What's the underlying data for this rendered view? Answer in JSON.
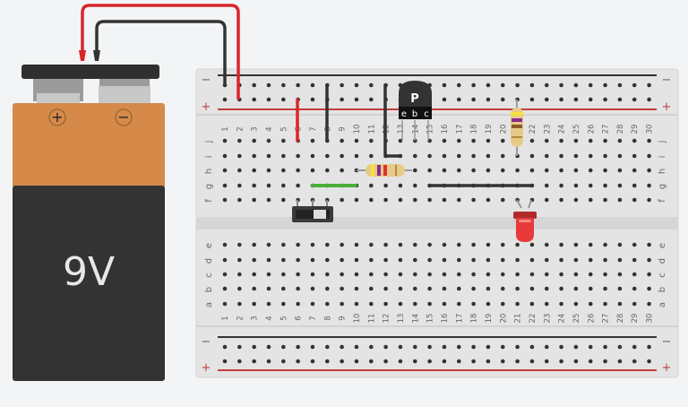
{
  "battery": {
    "label": "9V",
    "plus_symbol": "+",
    "minus_symbol": "−",
    "colors": {
      "top": "#d58a4a",
      "body": "#333333",
      "cap": "#2f2f2f"
    }
  },
  "breadboard": {
    "columns": [
      "1",
      "2",
      "3",
      "4",
      "5",
      "6",
      "7",
      "8",
      "9",
      "10",
      "11",
      "12",
      "13",
      "14",
      "15",
      "16",
      "17",
      "18",
      "19",
      "20",
      "21",
      "22",
      "23",
      "24",
      "25",
      "26",
      "27",
      "28",
      "29",
      "30"
    ],
    "top_rows": [
      "j",
      "i",
      "h",
      "g",
      "f"
    ],
    "bottom_rows": [
      "e",
      "d",
      "c",
      "b",
      "a"
    ],
    "rail_minus": "−",
    "rail_plus": "+",
    "colors": {
      "board": "#e4e4e4",
      "hole": "#333333",
      "rail_red": "#c43c3c",
      "rail_black": "#333333"
    }
  },
  "components": {
    "transistor": {
      "type_label": "P",
      "pins": [
        "e",
        "b",
        "c"
      ]
    },
    "resistor_1": {
      "bands": [
        "#f5e23c",
        "#8a2a8a",
        "#d8332e",
        "#b58a3a"
      ]
    },
    "resistor_2": {
      "bands": [
        "#f5e23c",
        "#8a2a8a",
        "#8a5a2a",
        "#b58a3a"
      ]
    },
    "led": {
      "color": "#e83a3a"
    },
    "switch": {
      "state": "off"
    }
  },
  "wires": {
    "colors": {
      "red": "#d8262b",
      "black": "#333333",
      "green": "#4caf3a"
    }
  }
}
